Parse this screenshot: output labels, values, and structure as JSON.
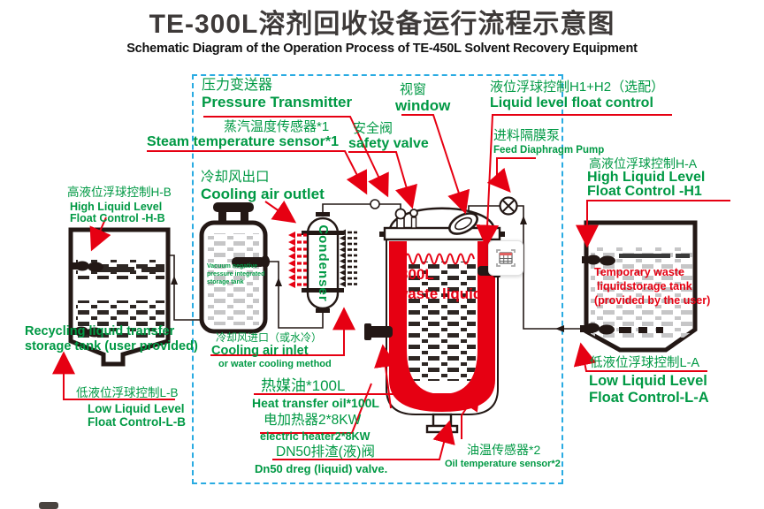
{
  "title": {
    "zh": "TE-300L溶剂回收设备运行流程示意图",
    "en": "Schematic Diagram of the Operation Process of TE-450L Solvent Recovery Equipment"
  },
  "colors": {
    "green": "#009944",
    "red": "#e60012",
    "frame_blue": "#29abe2",
    "line_black": "#231815",
    "liquid_gray": "#c6c6c7"
  },
  "labels": {
    "pressure_transmitter": {
      "zh": "压力变送器",
      "en": "Pressure Transmitter"
    },
    "steam_temp_sensor": {
      "zh": "蒸汽温度传感器*1",
      "en": "Steam temperature sensor*1"
    },
    "window": {
      "zh": "视窗",
      "en": "window"
    },
    "safety_valve": {
      "zh": "安全阀",
      "en": "safety valve"
    },
    "float_h1h2": {
      "zh": "液位浮球控制H1+H2（选配）",
      "en": "Liquid level float control"
    },
    "feed_pump": {
      "zh": "进料隔膜泵",
      "en": "Feed Diaphragm Pump"
    },
    "high_float_ha": {
      "zh": "高液位浮球控制H-A",
      "en1": "High Liquid Level",
      "en2": "Float Control -H1"
    },
    "high_float_hb": {
      "zh": "高液位浮球控制H-B",
      "en1": "High Liquid Level",
      "en2": "Float Control -H-B"
    },
    "recycling_tank": {
      "en1": "Recycling liquid transfer",
      "en2": "storage tank (user provided)"
    },
    "low_float_lb": {
      "zh": "低液位浮球控制L-B",
      "en1": "Low Liquid Level",
      "en2": "Float Control-L-B"
    },
    "cooling_air_outlet": {
      "zh": "冷却风出口",
      "en": "Cooling air outlet"
    },
    "cooling_air_inlet": {
      "zh": "冷却风进口（或水冷）",
      "en1": "Cooling air inlet",
      "en2": "or water cooling method"
    },
    "heat_transfer_oil": {
      "zh": "热媒油*100L",
      "en": "Heat transfer oil*100L"
    },
    "electric_heater": {
      "zh": "电加热器2*8KW",
      "en": "electric heater2*8KW"
    },
    "dn50_valve": {
      "zh": "DN50排渣(液)阀",
      "en": "Dn50 dreg (liquid) valve."
    },
    "oil_temp_sensor": {
      "zh": "油温传感器*2",
      "en": "Oil temperature sensor*2"
    },
    "low_float_la": {
      "zh": "低液位浮球控制L-A",
      "en1": "Low Liquid Level",
      "en2": "Float Control-L-A"
    },
    "condenser": "Condenser",
    "vacuum_tank": {
      "l1": "Vacuum negative",
      "l2": "pressure integrated",
      "l3": "storage tank"
    },
    "temp_waste_tank": {
      "l1": "Temporary waste",
      "l2": "liquidstorage tank",
      "l3": "(provided by the user)"
    },
    "main_tank": {
      "l1": "300L",
      "l2": "waste liquid"
    }
  },
  "overlay": {
    "icon": "table-scan-icon"
  }
}
